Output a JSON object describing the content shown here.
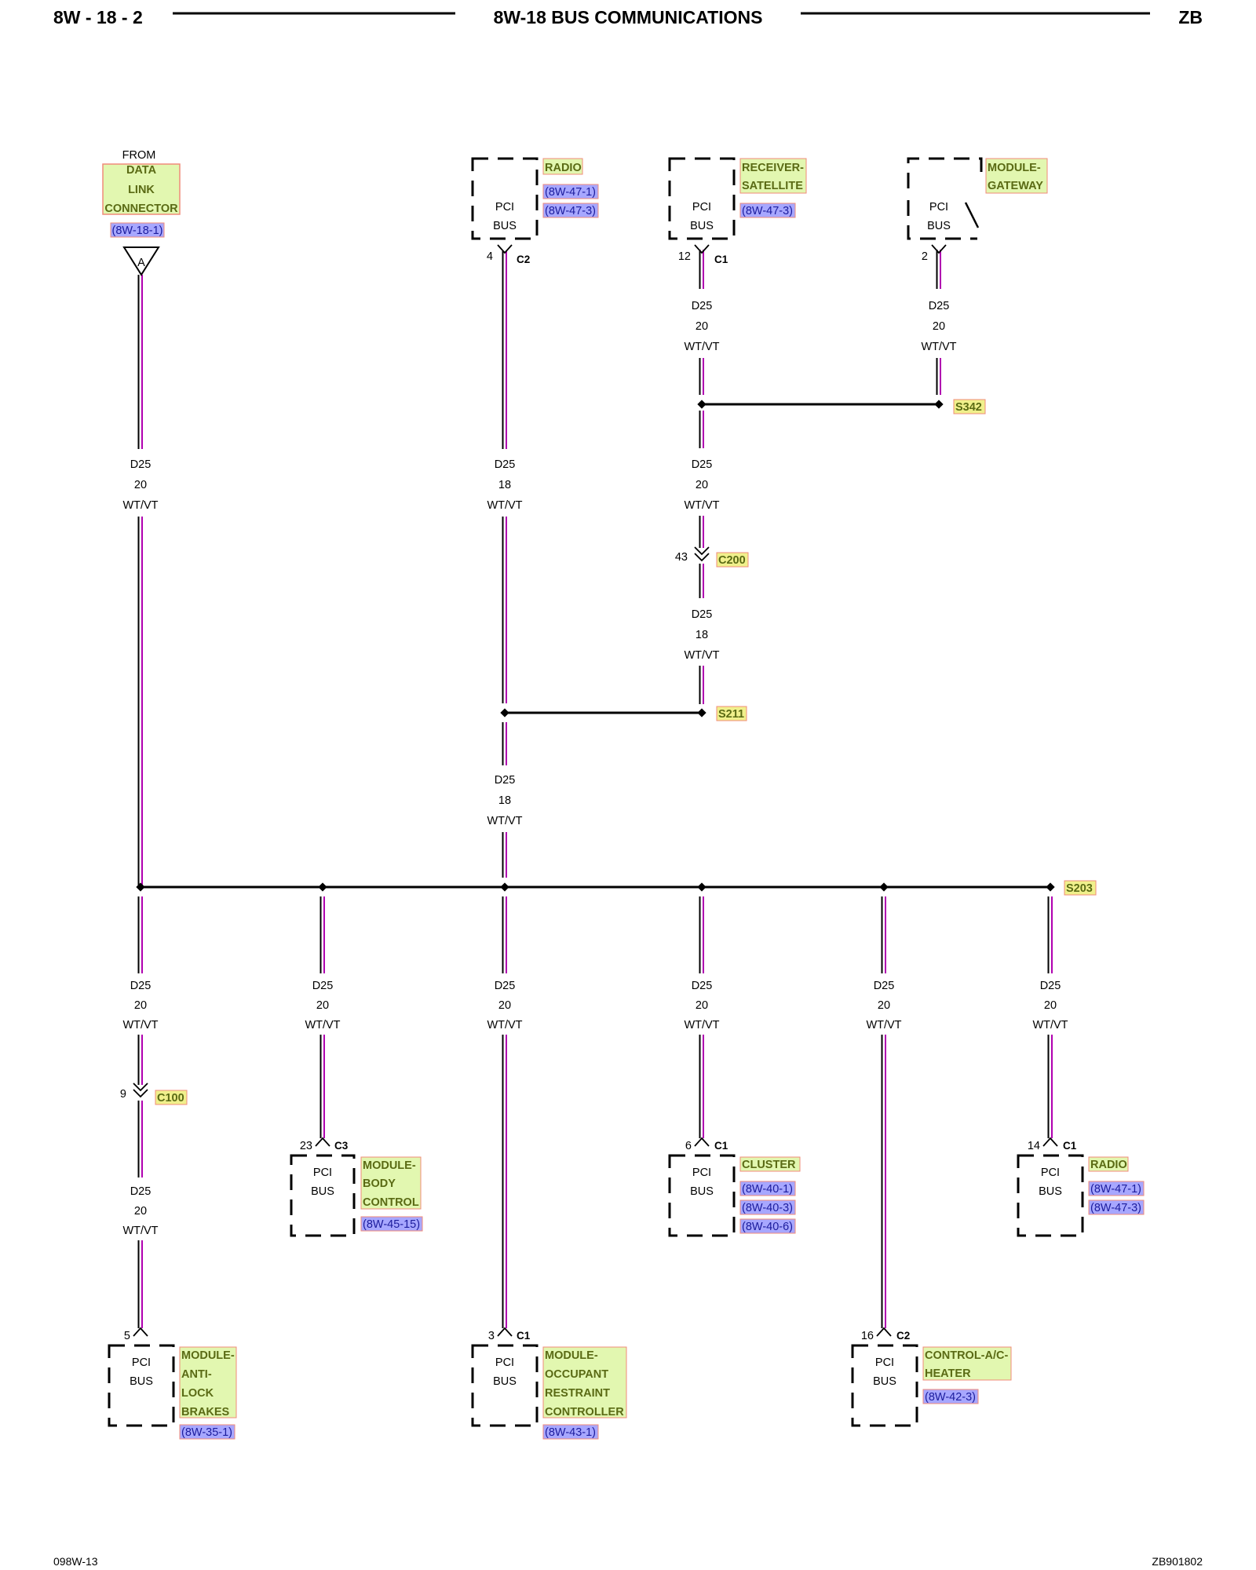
{
  "header": {
    "page_number": "8W - 18 - 2",
    "title": "8W-18 BUS COMMUNICATIONS",
    "model": "ZB"
  },
  "footer": {
    "left_code": "098W-13",
    "right_code": "ZB901802"
  },
  "colors": {
    "wire_stripe": "#b000b0",
    "component_label_bg": "#e2f7b0",
    "component_label_border": "#f08b7a",
    "component_label_text": "#5a6a14",
    "ref_bg": "#a7a7ff",
    "ref_text": "#1c1c9c",
    "splice_label_bg": "#f0f08c"
  },
  "circuit": {
    "id": "D25",
    "color": "WT/VT"
  },
  "data_link_connector": {
    "from_text": "FROM",
    "label_lines": [
      "DATA",
      "LINK",
      "CONNECTOR"
    ],
    "ref": "(8W-18-1)",
    "arrow_letter": "A"
  },
  "components": [
    {
      "id": "radio-top",
      "lines": [
        "PCI",
        "BUS"
      ],
      "label": [
        "RADIO"
      ],
      "refs": [
        "(8W-47-1)",
        "(8W-47-3)"
      ],
      "pin": "4",
      "connector": "C2"
    },
    {
      "id": "receiver-satellite",
      "lines": [
        "PCI",
        "BUS"
      ],
      "label": [
        "RECEIVER-",
        "SATELLITE"
      ],
      "refs": [
        "(8W-47-3)"
      ],
      "pin": "12",
      "connector": "C1"
    },
    {
      "id": "module-gateway",
      "lines": [
        "PCI",
        "BUS"
      ],
      "label": [
        "MODULE-",
        "GATEWAY"
      ],
      "refs": [],
      "pin": "2",
      "connector": ""
    },
    {
      "id": "module-body-control",
      "lines": [
        "PCI",
        "BUS"
      ],
      "label": [
        "MODULE-",
        "BODY",
        "CONTROL"
      ],
      "refs": [
        "(8W-45-15)"
      ],
      "pin": "23",
      "connector": "C3"
    },
    {
      "id": "cluster",
      "lines": [
        "PCI",
        "BUS"
      ],
      "label": [
        "CLUSTER"
      ],
      "refs": [
        "(8W-40-1)",
        "(8W-40-3)",
        "(8W-40-6)"
      ],
      "pin": "6",
      "connector": "C1"
    },
    {
      "id": "radio-bottom",
      "lines": [
        "PCI",
        "BUS"
      ],
      "label": [
        "RADIO"
      ],
      "refs": [
        "(8W-47-1)",
        "(8W-47-3)"
      ],
      "pin": "14",
      "connector": "C1"
    },
    {
      "id": "module-anti-lock-brakes",
      "lines": [
        "PCI",
        "BUS"
      ],
      "label": [
        "MODULE-",
        "ANTI-",
        "LOCK",
        "BRAKES"
      ],
      "refs": [
        "(8W-35-1)"
      ],
      "pin": "5",
      "connector": ""
    },
    {
      "id": "module-occupant-restraint-controller",
      "lines": [
        "PCI",
        "BUS"
      ],
      "label": [
        "MODULE-",
        "OCCUPANT",
        "RESTRAINT",
        "CONTROLLER"
      ],
      "refs": [
        "(8W-43-1)"
      ],
      "pin": "3",
      "connector": "C1"
    },
    {
      "id": "control-ac-heater",
      "lines": [
        "PCI",
        "BUS"
      ],
      "label": [
        "CONTROL-A/C-",
        "HEATER"
      ],
      "refs": [
        "(8W-42-3)"
      ],
      "pin": "16",
      "connector": "C2"
    }
  ],
  "wire_gauges": {
    "dlc_upper": "20",
    "radio_upper": "18",
    "receiver_upper": "20",
    "gateway_upper": "20",
    "receiver_mid": "20",
    "receiver_lower": "18",
    "main_lower": "18",
    "abs_branch": "20",
    "bcm_branch": "20",
    "orc_branch": "20",
    "cluster_branch": "20",
    "hvac_branch": "20",
    "radio_branch": "20",
    "abs_lower": "20"
  },
  "inline_connectors": [
    {
      "name": "C200",
      "pin": "43"
    },
    {
      "name": "C100",
      "pin": "9"
    }
  ],
  "splices": [
    "S342",
    "S211",
    "S203"
  ]
}
